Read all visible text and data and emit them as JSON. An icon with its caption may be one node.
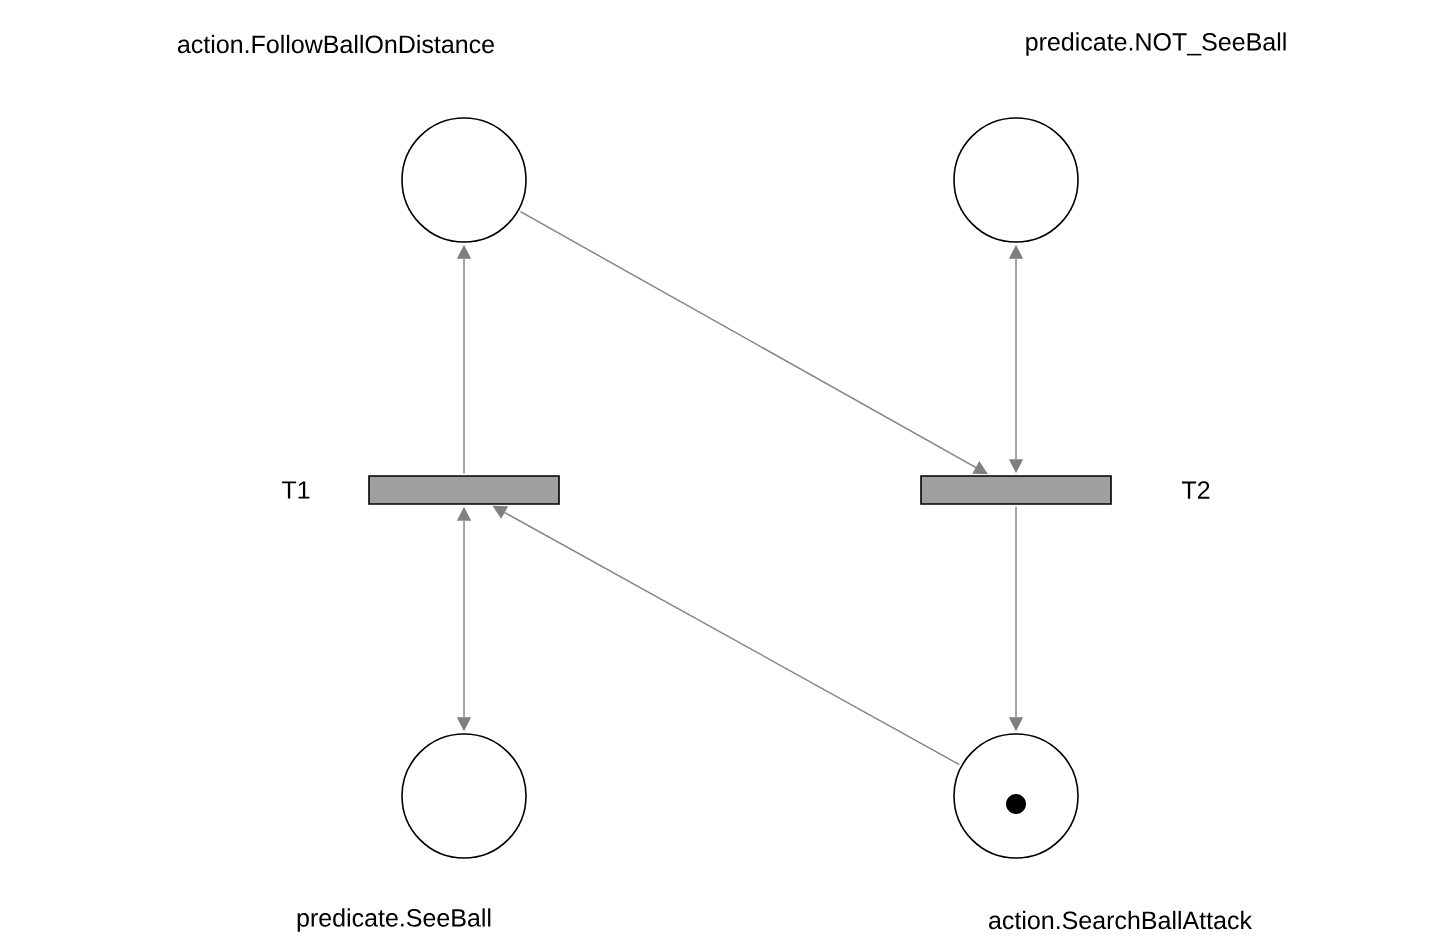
{
  "diagram": {
    "nodes": [
      {
        "text": [
          "action.FollowBallOnDistance"
        ]
      },
      {
        "text": [
          "predicate.NOT_SeeBall"
        ]
      },
      {
        "text": [
          "T1"
        ]
      },
      {
        "text": [
          "T2"
        ]
      },
      {
        "text": [
          "predicate.SeeBall"
        ]
      },
      {
        "text": [
          "action.SearchBallAttack"
        ]
      }
    ],
    "edges": [
      {
        "from": 2,
        "to": 0,
        "arrow": "to"
      },
      {
        "from": 0,
        "to": 3,
        "arrow": "to"
      },
      {
        "from": 3,
        "to": 1,
        "arrow": "both"
      },
      {
        "from": 3,
        "to": 5,
        "arrow": "to"
      },
      {
        "from": 2,
        "to": 4,
        "arrow": "both"
      },
      {
        "from": 5,
        "to": 2,
        "arrow": "to"
      }
    ]
  }
}
